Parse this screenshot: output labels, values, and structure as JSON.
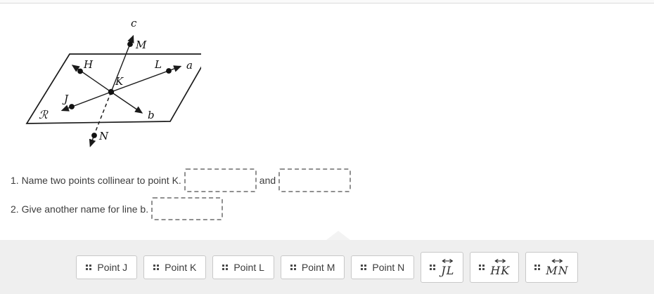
{
  "colors": {
    "tray_bg": "#efefef",
    "chip_border": "#c8c8c8",
    "ink": "#111111",
    "text": "#3d3d3d",
    "dropzone_border": "#909090"
  },
  "diagram": {
    "plane_label": "ℛ",
    "point_labels": {
      "H": "H",
      "J": "J",
      "K": "K",
      "L": "L",
      "M": "M",
      "N": "N"
    },
    "line_labels": {
      "a": "a",
      "b": "b",
      "c": "c"
    }
  },
  "questions": [
    {
      "text": "1. Name two points collinear to point K.",
      "connector": "and"
    },
    {
      "text": "2. Give another name for line b."
    }
  ],
  "tray": {
    "arrow_glyph": "↔",
    "chips": [
      {
        "type": "point",
        "label": "Point J"
      },
      {
        "type": "point",
        "label": "Point K"
      },
      {
        "type": "point",
        "label": "Point L"
      },
      {
        "type": "point",
        "label": "Point M"
      },
      {
        "type": "point",
        "label": "Point N"
      },
      {
        "type": "line",
        "label": "JL"
      },
      {
        "type": "line",
        "label": "HK"
      },
      {
        "type": "line",
        "label": "MN"
      }
    ]
  }
}
